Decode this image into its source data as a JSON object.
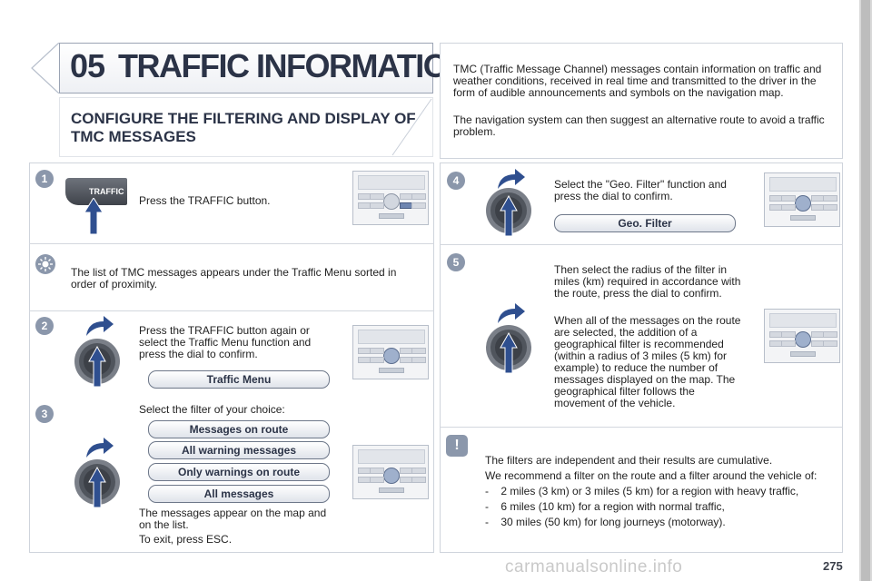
{
  "header": {
    "chapter_number": "05",
    "chapter_title": "TRAFFIC INFORMATION"
  },
  "section_title": "CONFIGURE THE FILTERING AND DISPLAY OF TMC MESSAGES",
  "intro": {
    "p1": "TMC (Traffic Message Channel) messages contain information on traffic and weather conditions, received in real time and transmitted to the driver in the form of audible announcements and symbols on the navigation map.",
    "p2": "The navigation system can then suggest an alternative route to avoid a traffic problem."
  },
  "steps": {
    "step1": {
      "number": "1",
      "button_label": "TRAFFIC",
      "text": "Press the TRAFFIC button."
    },
    "tip": {
      "text": "The list of TMC messages appears under the Traffic Menu sorted in order of proximity."
    },
    "step2": {
      "number": "2",
      "text": "Press the TRAFFIC button again or select the Traffic Menu function and press the dial to confirm.",
      "pill": "Traffic Menu"
    },
    "step3": {
      "number": "3",
      "text": "Select the filter of your choice:",
      "options": [
        "Messages on route",
        "All warning messages",
        "Only warnings on route",
        "All messages"
      ],
      "after1": "The messages appear on the map and on the list.",
      "after2": "To exit, press ESC."
    },
    "step4": {
      "number": "4",
      "text": "Select the \"Geo. Filter\" function and press the dial to confirm.",
      "pill": "Geo. Filter"
    },
    "step5": {
      "number": "5",
      "text1": "Then select the radius of the filter in miles (km) required in accordance with the route, press the dial to confirm.",
      "text2": "When all of the messages on the route are selected, the addition of a geographical filter is recommended (within a radius of 3 miles (5 km) for example) to reduce the number of messages displayed on the map. The geographical filter follows the movement of the vehicle."
    }
  },
  "warning": {
    "symbol": "!",
    "p1": "The filters are independent and their results are cumulative.",
    "p2": "We recommend a filter on the route and a filter around the vehicle of:",
    "bullets": [
      "2 miles (3 km) or 3 miles (5 km) for a region with heavy traffic,",
      "6 miles (10 km) for a region with normal traffic,",
      "30 miles (50 km) for long journeys (motorway)."
    ]
  },
  "icons": {
    "tip": "sun-icon",
    "warning": "exclamation-icon",
    "press_arrow": "arrow-pointer-icon",
    "turn_arrow": "curved-arrow-icon",
    "dial": "dial-icon",
    "device": "radio-faceplate-icon"
  },
  "colors": {
    "heading": "#2b3347",
    "badge": "#8b97ab",
    "border": "#cfd4dc"
  },
  "page_number": "275",
  "watermark": "carmanualsonline.info"
}
